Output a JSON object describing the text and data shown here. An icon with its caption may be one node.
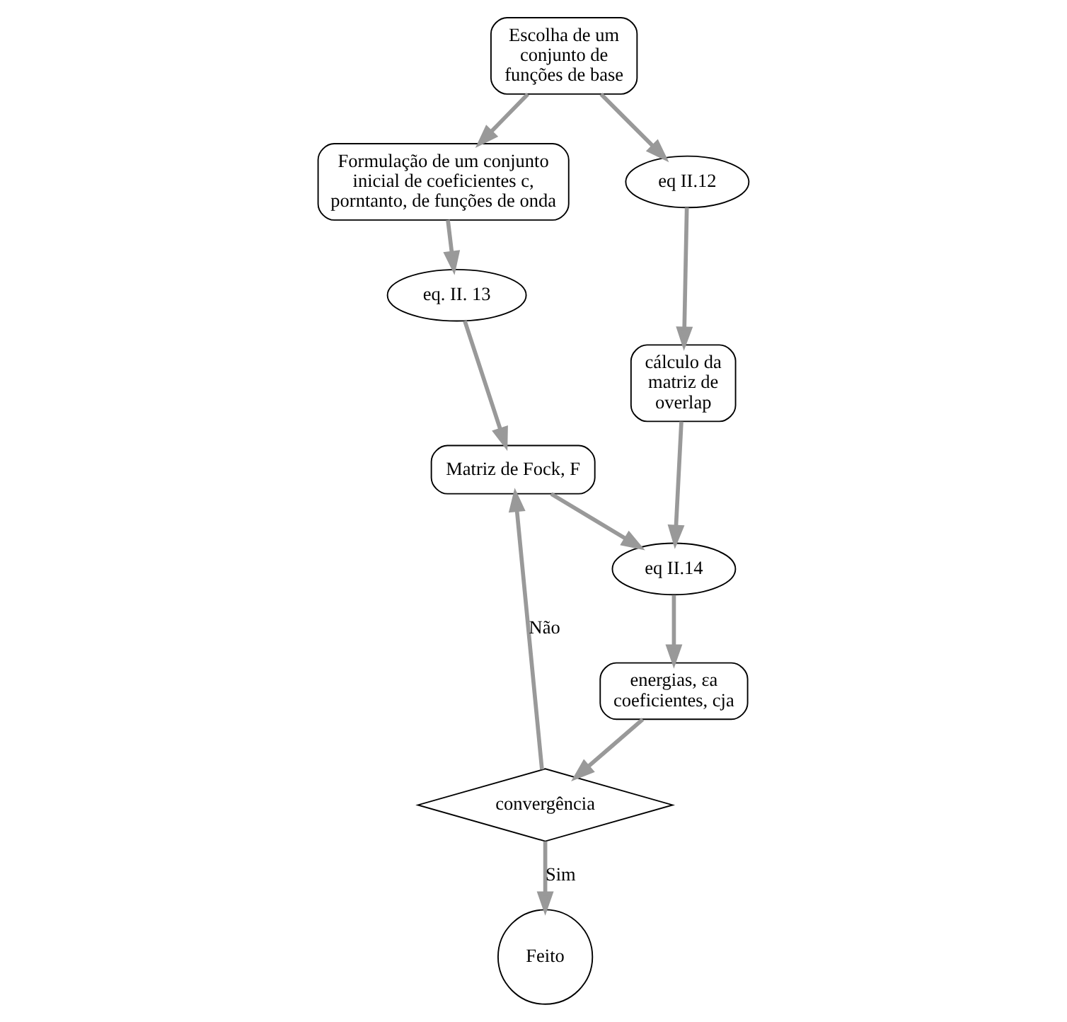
{
  "diagram": {
    "nodes": [
      {
        "text": [
          "Escolha de um conjunto de funções de base"
        ]
      },
      {
        "text": [
          "Formulação de um conjunto inicial de coeficientes c, porntanto, de funções de onda"
        ]
      },
      {
        "text": [
          "eq II.12"
        ]
      },
      {
        "text": [
          "eq. II. 13"
        ]
      },
      {
        "text": [
          "Matriz de Fock, F"
        ]
      },
      {
        "text": [
          "Feito"
        ]
      },
      {
        "text": [
          "cálculo da matriz de overlap"
        ]
      },
      {
        "text": [
          "eq II.14"
        ]
      },
      {
        "text": [
          "convergência"
        ]
      },
      {
        "text": [
          "energias, εa",
          "coeficientes, cja"
        ]
      }
    ],
    "edges": [
      {
        "from": 0,
        "to": 1,
        "arrow": "to"
      },
      {
        "from": 1,
        "to": 3,
        "arrow": "to"
      },
      {
        "from": 3,
        "to": 4,
        "arrow": "to"
      },
      {
        "from": 4,
        "to": 7,
        "arrow": "to"
      },
      {
        "from": 0,
        "to": 2,
        "arrow": "to"
      },
      {
        "from": 2,
        "to": 6,
        "arrow": "to"
      },
      {
        "from": 6,
        "to": 7,
        "arrow": "to"
      },
      {
        "from": 7,
        "to": 9,
        "arrow": "to"
      },
      {
        "from": 9,
        "to": 8,
        "arrow": "to"
      },
      {
        "from": 8,
        "to": 4,
        "arrow": "to",
        "label": "Não"
      },
      {
        "from": 8,
        "to": 5,
        "arrow": "to",
        "label": "Sim"
      }
    ]
  }
}
